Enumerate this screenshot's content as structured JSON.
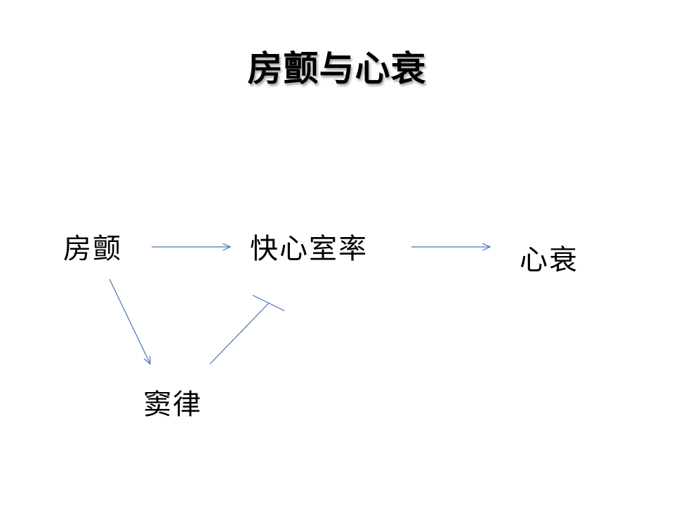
{
  "title": "房颤与心衰",
  "nodes": {
    "af": "房颤",
    "rapid_hr": "快心室率",
    "hf": "心衰",
    "sinus": "窦律"
  },
  "edges": [
    {
      "from": "af",
      "to": "rapid_hr",
      "type": "arrow"
    },
    {
      "from": "rapid_hr",
      "to": "hf",
      "type": "arrow"
    },
    {
      "from": "af",
      "to": "sinus",
      "type": "arrow"
    },
    {
      "from": "sinus",
      "to": "rapid_hr",
      "type": "inhibit"
    }
  ],
  "colors": {
    "edge": "#4a72b8",
    "text": "#000000",
    "background": "#ffffff"
  }
}
